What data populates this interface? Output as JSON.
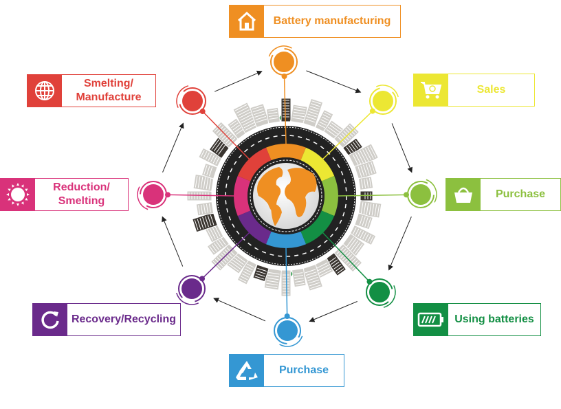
{
  "title": "Battery lifecycle",
  "center_icon": "globe-icon",
  "stages": [
    {
      "id": "battery-manufacturing",
      "label": "Battery manufacturing",
      "color": "#ef8f22",
      "icon": "factory-house-icon"
    },
    {
      "id": "sales",
      "label": "Sales",
      "color": "#ece733",
      "icon": "shopping-cart-recycle-icon"
    },
    {
      "id": "purchase-1",
      "label": "Purchase",
      "color": "#8cc03f",
      "icon": "basket-icon"
    },
    {
      "id": "using-batteries",
      "label": "Using batteries",
      "color": "#138f44",
      "icon": "battery-icon"
    },
    {
      "id": "purchase-2",
      "label": "Purchase",
      "color": "#3497d3",
      "icon": "recycle-icon"
    },
    {
      "id": "recovery-recycling",
      "label": "Recovery/Recycling",
      "color": "#6a2a8b",
      "icon": "refresh-icon"
    },
    {
      "id": "reduction-smelting",
      "label": "Reduction/ Smelting",
      "color": "#d9327a",
      "icon": "sun-icon"
    },
    {
      "id": "smelting-manufacture",
      "label": "Smelting/ Manufacture",
      "color": "#e0413a",
      "icon": "globe-grid-icon"
    }
  ]
}
